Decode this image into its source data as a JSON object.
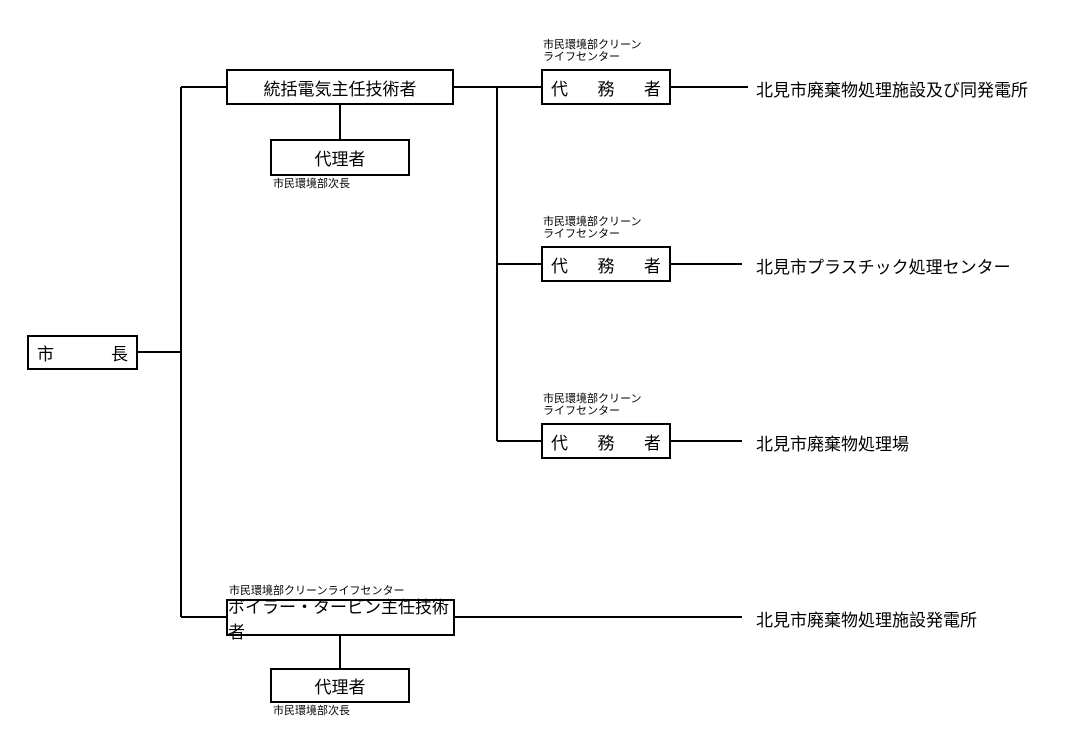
{
  "mayor": {
    "left": "市",
    "right": "長"
  },
  "chief_electrical": {
    "title": "統括電気主任技術者"
  },
  "chief_deputy": {
    "title": "代理者",
    "note": "市民環境部次長"
  },
  "branches": [
    {
      "note_line1": "市民環境部クリーン",
      "note_line2": "ライフセンター",
      "box": {
        "c1": "代",
        "c2": "務",
        "c3": "者"
      },
      "facility": "北見市廃棄物処理施設及び同発電所"
    },
    {
      "note_line1": "市民環境部クリーン",
      "note_line2": "ライフセンター",
      "box": {
        "c1": "代",
        "c2": "務",
        "c3": "者"
      },
      "facility": "北見市プラスチック処理センター"
    },
    {
      "note_line1": "市民環境部クリーン",
      "note_line2": "ライフセンター",
      "box": {
        "c1": "代",
        "c2": "務",
        "c3": "者"
      },
      "facility": "北見市廃棄物処理場"
    }
  ],
  "boiler": {
    "note": "市民環境部クリーンライフセンター",
    "title": "ボイラー・タービン主任技術者",
    "facility": "北見市廃棄物処理施設発電所"
  },
  "boiler_deputy": {
    "title": "代理者",
    "note": "市民環境部次長"
  },
  "colors": {
    "line": "#000000",
    "background": "#ffffff"
  }
}
